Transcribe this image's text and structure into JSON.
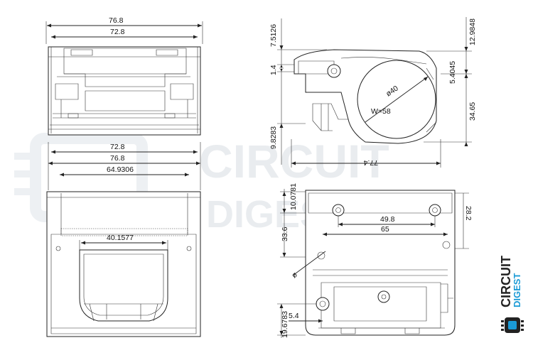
{
  "watermark": {
    "line1": "CIRCUIT",
    "line2": "DIGEST"
  },
  "logo": {
    "word1": "CIRCUIT",
    "word2": "DIGEST",
    "color_dark": "#222222",
    "color_accent": "#1a9ad6"
  },
  "dims": {
    "front_outer_width": "76.8",
    "front_inner_width": "72.8",
    "bottom_inner_width": "72.8",
    "bottom_outer_width": "76.8",
    "bottom_span": "64.9306",
    "bottom_window": "40.1577",
    "side_top_h": "7.5126",
    "side_total_h": "12.9848",
    "side_small_h": "1.4",
    "side_mid": "5.4045",
    "side_body_h": "34.65",
    "side_lower_h": "9.8283",
    "side_depth": "77.4",
    "roll_dia": "ø40",
    "roll_w": "W=58",
    "back_top": "10.0781",
    "back_hole_span": "49.8",
    "back_span": "65",
    "back_height": "33.6",
    "back_right": "28.2",
    "back_dia": "ø",
    "back_bottom_h": "19.6783",
    "back_offset": "5.4"
  }
}
